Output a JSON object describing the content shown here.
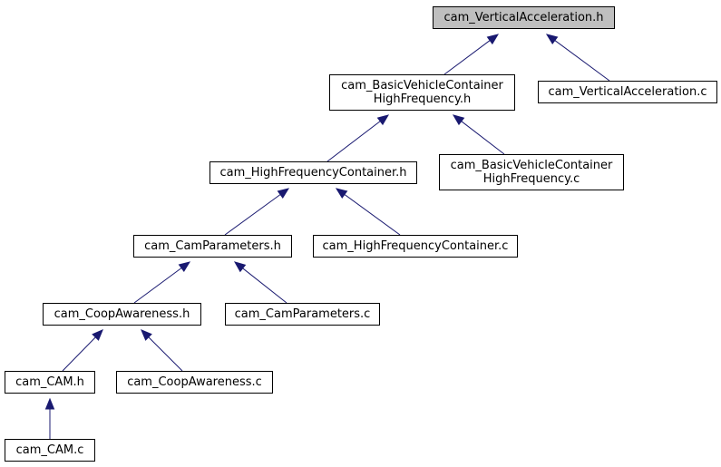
{
  "nodes": [
    {
      "id": "n0",
      "lines": [
        "cam_VerticalAcceleration.h"
      ],
      "highlight": true
    },
    {
      "id": "n1",
      "lines": [
        "cam_BasicVehicleContainer",
        "HighFrequency.h"
      ]
    },
    {
      "id": "n2",
      "lines": [
        "cam_VerticalAcceleration.c"
      ]
    },
    {
      "id": "n3",
      "lines": [
        "cam_HighFrequencyContainer.h"
      ]
    },
    {
      "id": "n4",
      "lines": [
        "cam_BasicVehicleContainer",
        "HighFrequency.c"
      ]
    },
    {
      "id": "n5",
      "lines": [
        "cam_CamParameters.h"
      ]
    },
    {
      "id": "n6",
      "lines": [
        "cam_HighFrequencyContainer.c"
      ]
    },
    {
      "id": "n7",
      "lines": [
        "cam_CoopAwareness.h"
      ]
    },
    {
      "id": "n8",
      "lines": [
        "cam_CamParameters.c"
      ]
    },
    {
      "id": "n9",
      "lines": [
        "cam_CAM.h"
      ]
    },
    {
      "id": "n10",
      "lines": [
        "cam_CoopAwareness.c"
      ]
    },
    {
      "id": "n11",
      "lines": [
        "cam_CAM.c"
      ]
    }
  ],
  "edges": [
    {
      "from": "n1",
      "to": "n0"
    },
    {
      "from": "n2",
      "to": "n0"
    },
    {
      "from": "n3",
      "to": "n1"
    },
    {
      "from": "n4",
      "to": "n1"
    },
    {
      "from": "n5",
      "to": "n3"
    },
    {
      "from": "n6",
      "to": "n3"
    },
    {
      "from": "n7",
      "to": "n5"
    },
    {
      "from": "n8",
      "to": "n5"
    },
    {
      "from": "n9",
      "to": "n7"
    },
    {
      "from": "n10",
      "to": "n7"
    },
    {
      "from": "n11",
      "to": "n9"
    }
  ],
  "colors": {
    "edge": "#191970",
    "root_fill": "#bfbfbf",
    "node_fill": "#ffffff",
    "border": "#000000"
  }
}
